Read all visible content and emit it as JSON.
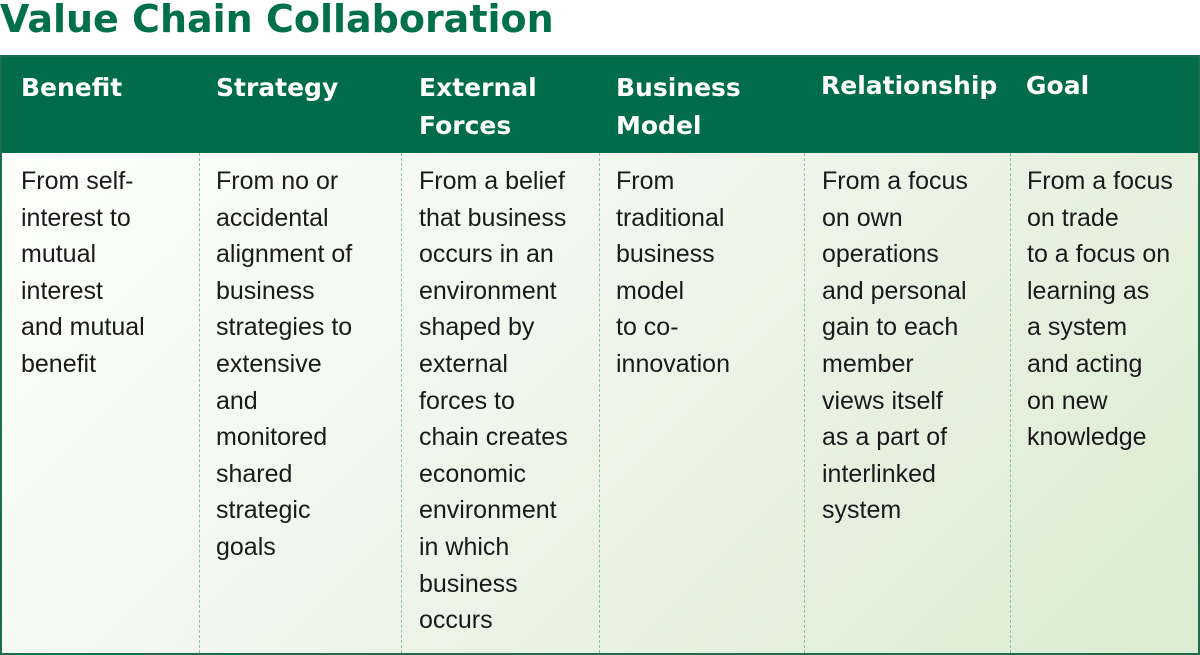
{
  "title": "Value Chain Collaboration",
  "columns": [
    {
      "header": "Benefit",
      "body": "From self-\ninterest to\nmutual\ninterest\nand mutual\nbenefit"
    },
    {
      "header": "Strategy",
      "body": "From no or\naccidental\nalignment of\nbusiness\nstrategies to\nextensive\nand\nmonitored\nshared\nstrategic\ngoals"
    },
    {
      "header": "External\nForces",
      "body": "From a belief\nthat business\noccurs in an\nenvironment\nshaped by\nexternal\nforces to\nchain creates\neconomic\nenvironment\nin which\nbusiness\noccurs"
    },
    {
      "header": "Business\nModel",
      "body": "From\ntraditional\nbusiness\nmodel\nto co-\ninnovation"
    },
    {
      "header": "Relationship",
      "body": "From a focus\non own\noperations\nand personal\ngain to each\nmember\nviews itself\nas a part of\ninterlinked\nsystem"
    },
    {
      "header": "Goal",
      "body": "From a focus\non trade\nto a focus on\nlearning as\na system\nand acting\non new\nknowledge"
    }
  ],
  "colors": {
    "title": "#00704a",
    "header_bg": "#006c4a",
    "divider": "#8dc3a6"
  }
}
